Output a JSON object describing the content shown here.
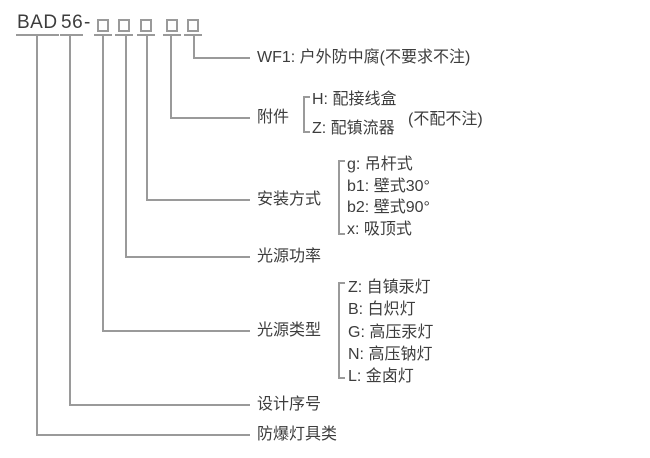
{
  "model_code": {
    "series": "BAD",
    "number": "56",
    "separator": "-",
    "placeholder_boxes": 5
  },
  "callouts": [
    {
      "id": "wf1",
      "label": "WF1: 户外防中腐(不要求不注)"
    },
    {
      "id": "attach",
      "label": "附件",
      "note": "(不配不注)",
      "options": [
        "H: 配接线盒",
        "Z: 配镇流器"
      ]
    },
    {
      "id": "mounting",
      "label": "安装方式",
      "options": [
        "g: 吊杆式",
        "b1: 壁式30°",
        "b2: 壁式90°",
        "x: 吸顶式"
      ]
    },
    {
      "id": "power",
      "label": "光源功率"
    },
    {
      "id": "type",
      "label": "光源类型",
      "options": [
        "Z: 自镇汞灯",
        "B: 白炽灯",
        "G: 高压汞灯",
        "N: 高压钠灯",
        "L: 金卤灯"
      ]
    },
    {
      "id": "serial",
      "label": "设计序号"
    },
    {
      "id": "category",
      "label": "防爆灯具类"
    }
  ],
  "colors": {
    "background": "#ffffff",
    "line": "#9a9a9a",
    "text": "#3d3d3d"
  }
}
